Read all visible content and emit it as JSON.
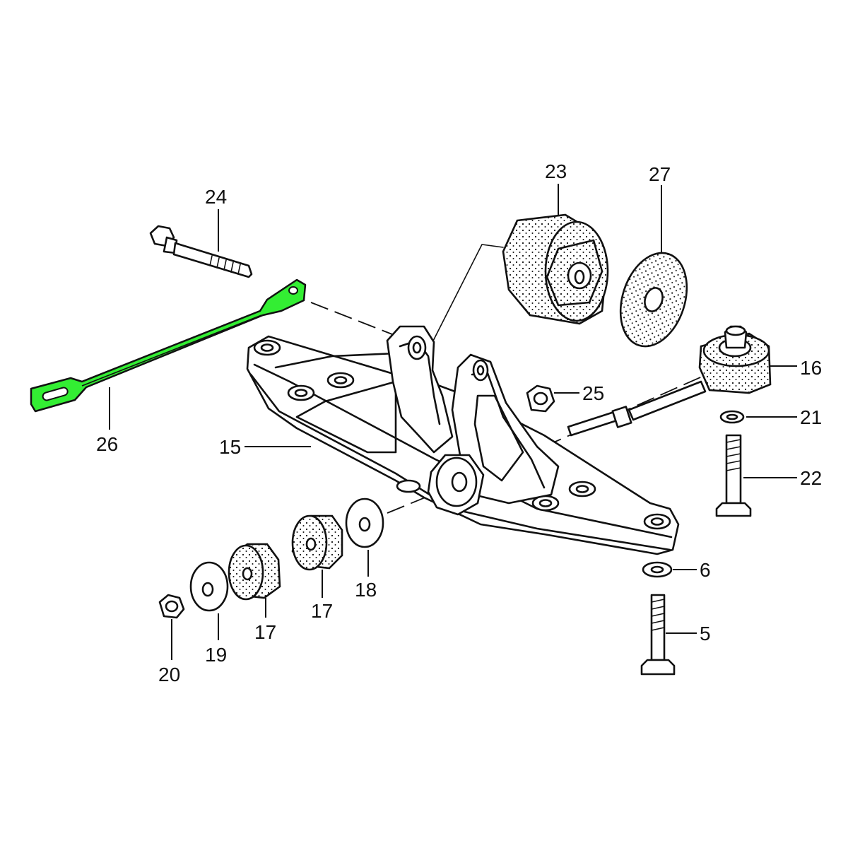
{
  "diagram": {
    "highlight_color": "#33ee33",
    "ink_color": "#111111",
    "background_color": "#ffffff",
    "callouts": {
      "c24": "24",
      "c23": "23",
      "c27": "27",
      "c16": "16",
      "c25": "25",
      "c21": "21",
      "c22": "22",
      "c26": "26",
      "c15": "15",
      "c6": "6",
      "c5": "5",
      "c18": "18",
      "c17a": "17",
      "c17b": "17",
      "c19": "19",
      "c20": "20"
    },
    "highlighted_part": "26"
  }
}
